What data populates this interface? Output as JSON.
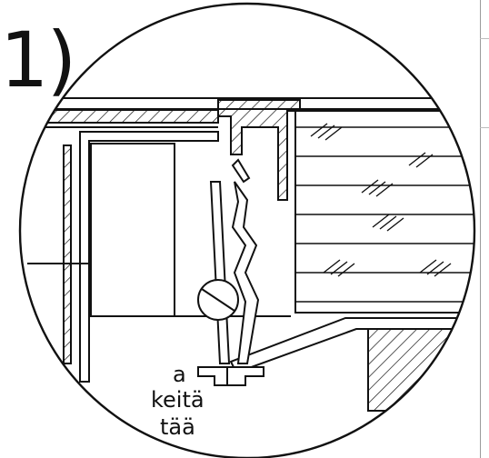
{
  "figure": {
    "step_label": "1)",
    "caption_lines": [
      "a",
      "keitä",
      "tää"
    ]
  },
  "colors": {
    "ink": "#111111",
    "rule": "#9a9a9a"
  }
}
